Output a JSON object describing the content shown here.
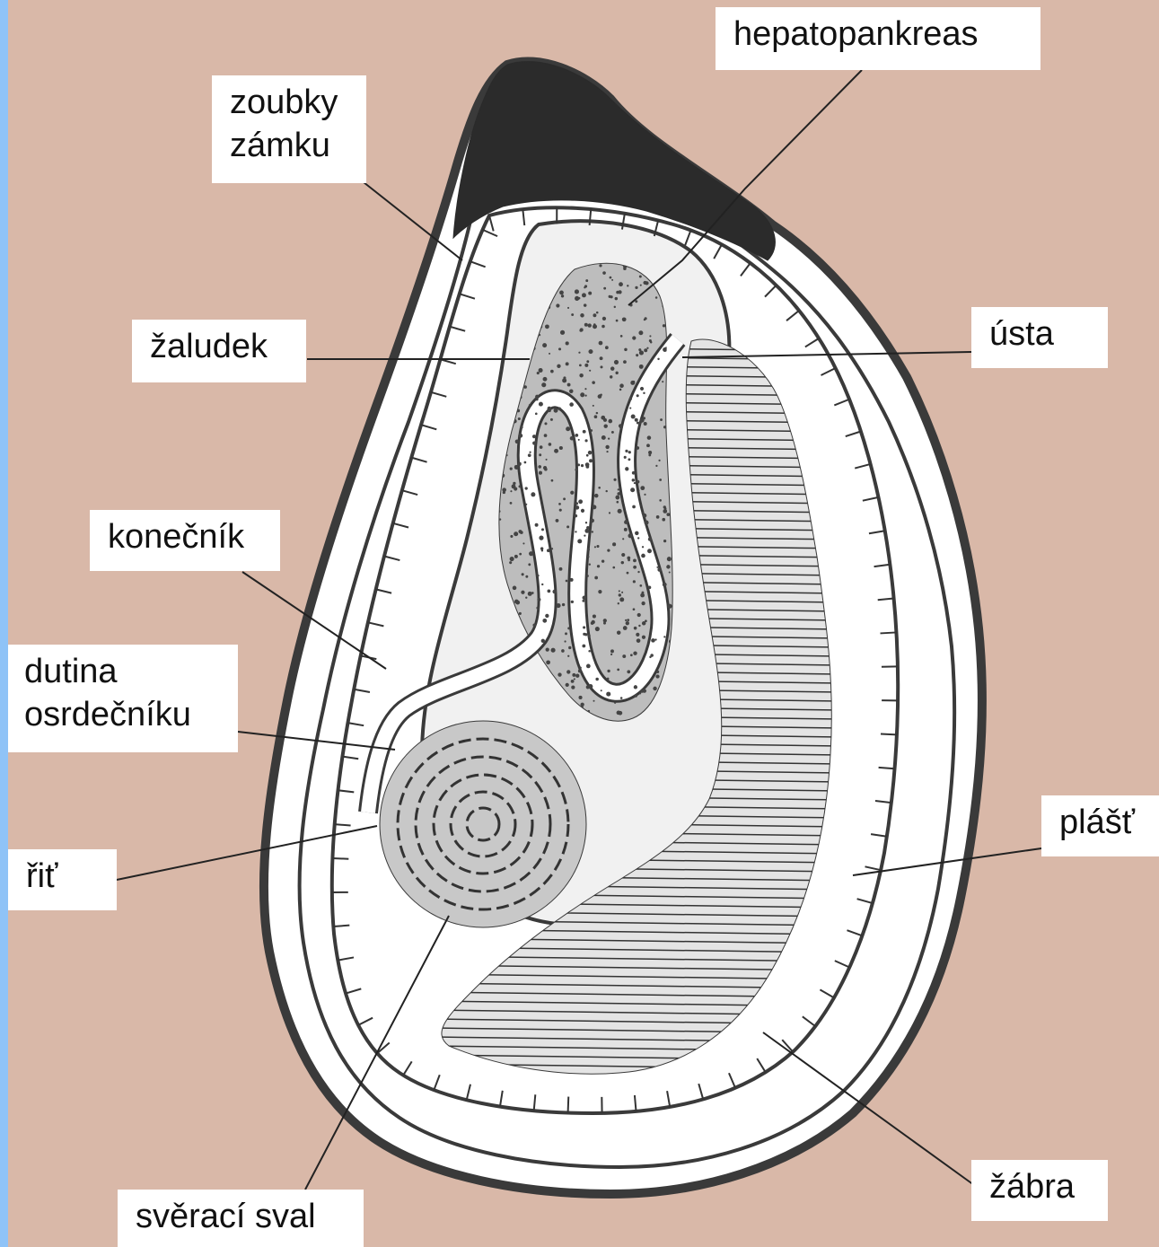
{
  "colors": {
    "background": "#d9b8a8",
    "left_stripe": "#8fc3f7",
    "shell_outline": "#3a3a3a",
    "shell_dark": "#2b2b2b",
    "shell_fill": "#ffffff",
    "body_fill": "#f1f1f1",
    "stomach_fill": "#bdbdbd",
    "muscle_fill": "#c8c8c8",
    "gill_fill": "#e4e4e4",
    "label_bg": "#ffffff",
    "label_text": "#111111"
  },
  "labels": {
    "hepatopankreas": "hepatopankreas",
    "zoubky_line1": "zoubky",
    "zoubky_line2": "zámku",
    "zaludek": "žaludek",
    "usta": "ústa",
    "konecnik": "konečník",
    "dutina_line1": "dutina",
    "dutina_line2": "osrdečníku",
    "plast": "plášť",
    "rit": "řiť",
    "zabra": "žábra",
    "sveraci_sval": "svěrací sval"
  }
}
